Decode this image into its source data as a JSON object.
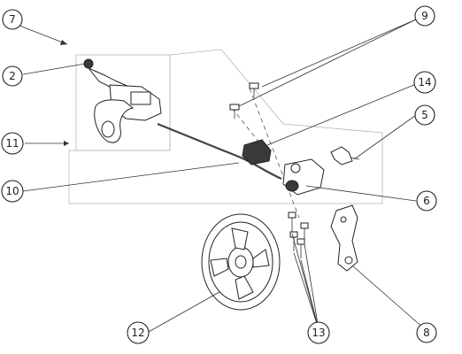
{
  "callouts": [
    {
      "label": "7"
    },
    {
      "label": "9"
    },
    {
      "label": "2"
    },
    {
      "label": "14"
    },
    {
      "label": "5"
    },
    {
      "label": "11"
    },
    {
      "label": "10"
    },
    {
      "label": "6"
    },
    {
      "label": "12"
    },
    {
      "label": "13"
    },
    {
      "label": "8"
    }
  ],
  "colors": {
    "line": "#222222",
    "guide_box": "#b5b5b5",
    "background": "#ffffff"
  }
}
